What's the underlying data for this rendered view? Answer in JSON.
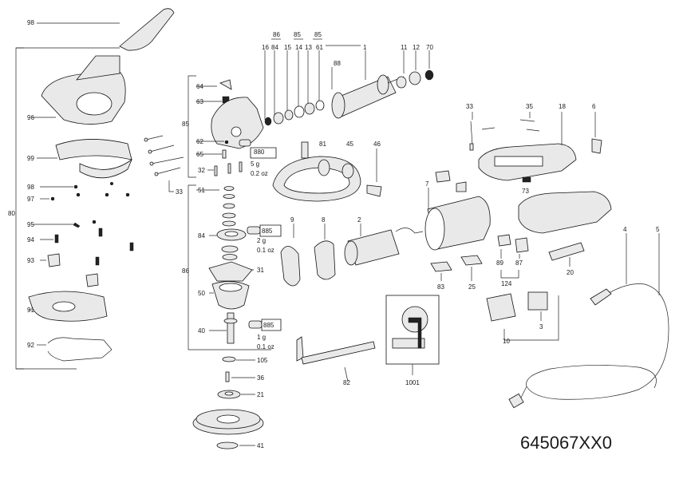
{
  "drawing_number": "645067XX0",
  "callouts": [
    {
      "id": "98",
      "text": "98"
    },
    {
      "id": "96",
      "text": "96"
    },
    {
      "id": "99",
      "text": "99"
    },
    {
      "id": "98b",
      "text": "98"
    },
    {
      "id": "97",
      "text": "97"
    },
    {
      "id": "95",
      "text": "95"
    },
    {
      "id": "94",
      "text": "94"
    },
    {
      "id": "93",
      "text": "93"
    },
    {
      "id": "91",
      "text": "91"
    },
    {
      "id": "92",
      "text": "92"
    },
    {
      "id": "80",
      "text": "80"
    },
    {
      "id": "64",
      "text": "64"
    },
    {
      "id": "63",
      "text": "63"
    },
    {
      "id": "85a",
      "text": "85"
    },
    {
      "id": "62",
      "text": "62"
    },
    {
      "id": "65",
      "text": "65"
    },
    {
      "id": "32",
      "text": "32"
    },
    {
      "id": "33a",
      "text": "33"
    },
    {
      "id": "51",
      "text": "51"
    },
    {
      "id": "84",
      "text": "84"
    },
    {
      "id": "31",
      "text": "31"
    },
    {
      "id": "86a",
      "text": "86"
    },
    {
      "id": "50",
      "text": "50"
    },
    {
      "id": "40",
      "text": "40"
    },
    {
      "id": "105",
      "text": "105"
    },
    {
      "id": "36",
      "text": "36"
    },
    {
      "id": "21",
      "text": "21"
    },
    {
      "id": "41",
      "text": "41"
    },
    {
      "id": "86b",
      "text": "86"
    },
    {
      "id": "85b",
      "text": "85"
    },
    {
      "id": "85c",
      "text": "85"
    },
    {
      "id": "16",
      "text": "16"
    },
    {
      "id": "84b",
      "text": "84"
    },
    {
      "id": "15",
      "text": "15"
    },
    {
      "id": "14",
      "text": "14"
    },
    {
      "id": "13",
      "text": "13"
    },
    {
      "id": "61",
      "text": "61"
    },
    {
      "id": "88",
      "text": "88"
    },
    {
      "id": "1",
      "text": "1"
    },
    {
      "id": "11",
      "text": "11"
    },
    {
      "id": "12",
      "text": "12"
    },
    {
      "id": "70",
      "text": "70"
    },
    {
      "id": "81",
      "text": "81"
    },
    {
      "id": "45",
      "text": "45"
    },
    {
      "id": "46",
      "text": "46"
    },
    {
      "id": "9",
      "text": "9"
    },
    {
      "id": "8",
      "text": "8"
    },
    {
      "id": "2",
      "text": "2"
    },
    {
      "id": "7",
      "text": "7"
    },
    {
      "id": "82",
      "text": "82"
    },
    {
      "id": "1001",
      "text": "1001"
    },
    {
      "id": "83",
      "text": "83"
    },
    {
      "id": "25",
      "text": "25"
    },
    {
      "id": "33b",
      "text": "33"
    },
    {
      "id": "35",
      "text": "35"
    },
    {
      "id": "18",
      "text": "18"
    },
    {
      "id": "6",
      "text": "6"
    },
    {
      "id": "73",
      "text": "73"
    },
    {
      "id": "89",
      "text": "89"
    },
    {
      "id": "87",
      "text": "87"
    },
    {
      "id": "124",
      "text": "124"
    },
    {
      "id": "20",
      "text": "20"
    },
    {
      "id": "3",
      "text": "3"
    },
    {
      "id": "10",
      "text": "10"
    },
    {
      "id": "4",
      "text": "4"
    },
    {
      "id": "5",
      "text": "5"
    }
  ],
  "grease_tags": [
    {
      "code": "880",
      "qty": "5 g",
      "alt": "0.2 oz"
    },
    {
      "code": "885",
      "qty": "2 g",
      "alt": "0.1 oz"
    },
    {
      "code": "885",
      "qty": "1 g",
      "alt": "0.1 oz"
    }
  ]
}
